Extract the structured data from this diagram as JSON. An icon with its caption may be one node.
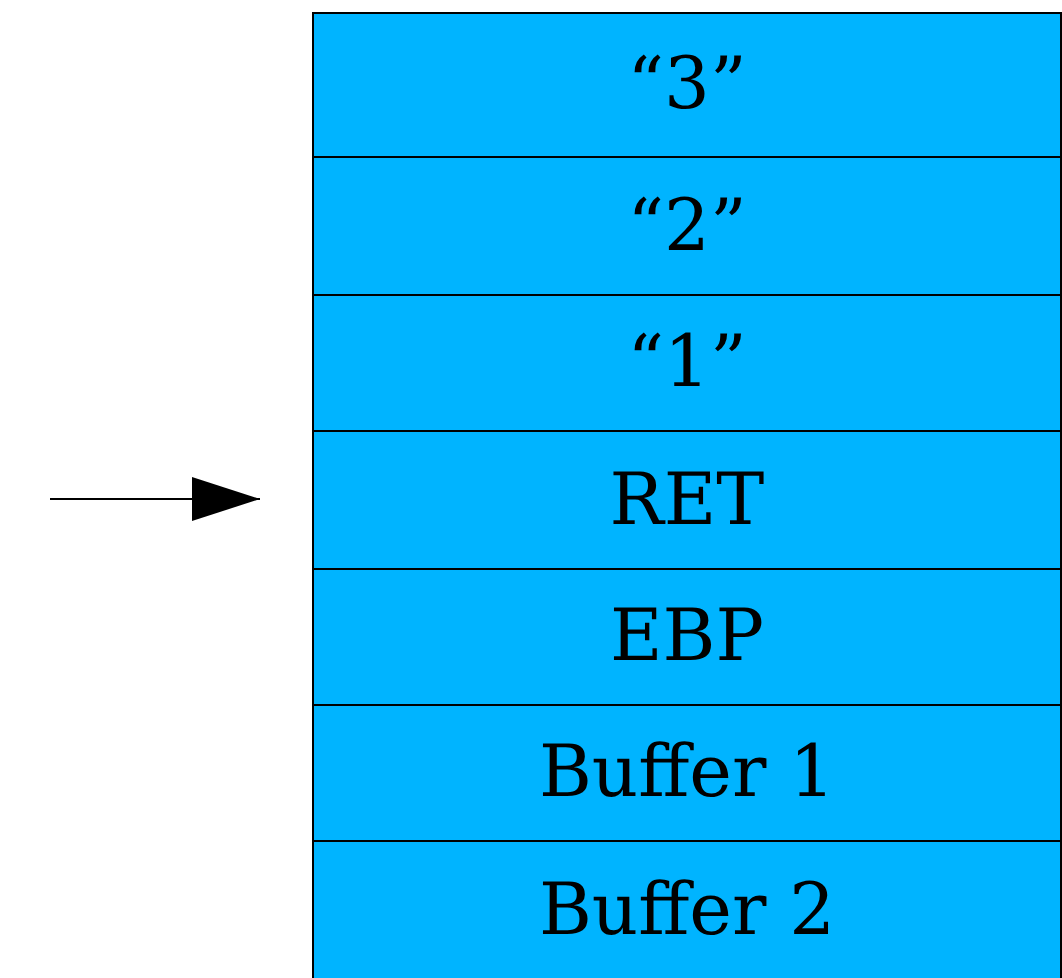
{
  "diagram": {
    "nodes": [
      {
        "text": [
          "“3”"
        ]
      },
      {
        "text": [
          "“2”"
        ]
      },
      {
        "text": [
          "“1”"
        ]
      },
      {
        "text": [
          "RET"
        ]
      },
      {
        "text": [
          "EBP"
        ]
      },
      {
        "text": [
          "Buffer 1"
        ]
      },
      {
        "text": [
          "Buffer 2"
        ]
      }
    ],
    "edges": [
      {
        "from": null,
        "to": 3,
        "arrow": "to"
      }
    ]
  }
}
